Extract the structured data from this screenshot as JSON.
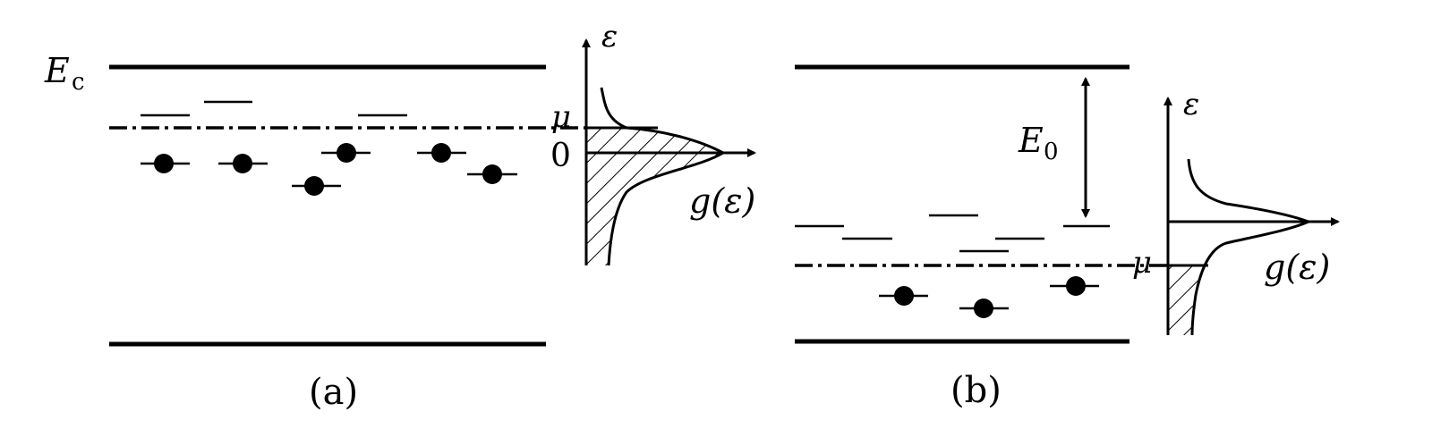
{
  "panel_a": {
    "caption": "(a)",
    "band_edge_label_main": "E",
    "band_edge_label_sub": "c",
    "dos_plot": {
      "y_axis_label": "ε",
      "x_axis_label": "g(ε)",
      "mu_label": "μ",
      "zero_label": "0"
    }
  },
  "panel_b": {
    "caption": "(b)",
    "gap_label_main": "E",
    "gap_label_sub": "0",
    "dos_plot": {
      "y_axis_label": "ε",
      "x_axis_label": "g(ε)",
      "mu_label": "μ"
    }
  }
}
